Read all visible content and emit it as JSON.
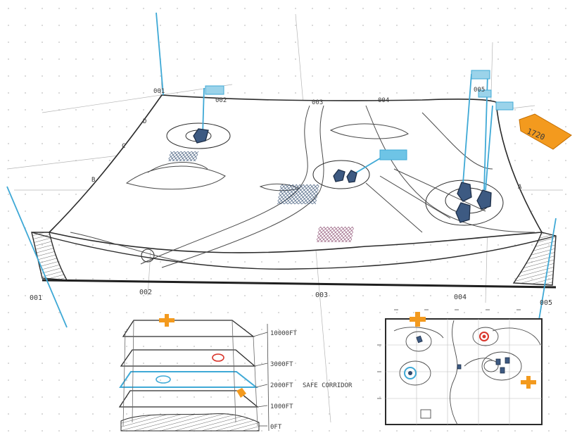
{
  "sketch": {
    "grid_labels_top": [
      "001",
      "002",
      "003",
      "004",
      "005"
    ],
    "grid_labels_bottom": [
      "001",
      "002",
      "003",
      "004",
      "005"
    ],
    "row_labels": [
      "D",
      "C",
      "B",
      "A"
    ],
    "orange_marker_text": "1720",
    "altitude_labels": [
      "10000FT",
      "3000FT",
      "2000FT",
      "1000FT",
      "0FT"
    ],
    "corridor_label": "SAFE CORRIDOR",
    "colors": {
      "ink": "#2b2b2b",
      "pencil": "#8a8a8a",
      "blue": "#3fa9d6",
      "light_blue": "#9bd3ea",
      "navy": "#2e4a6e",
      "orange": "#f39a1e",
      "red": "#d9352b",
      "grid_dot": "#c9c9c9"
    }
  }
}
